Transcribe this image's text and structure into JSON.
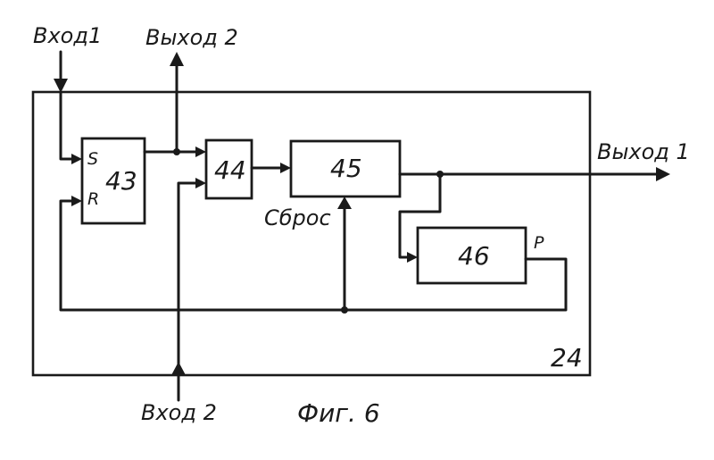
{
  "labels": {
    "input1": "Вход1",
    "input2": "Вход 2",
    "output1": "Выход 1",
    "output2": "Выход 2",
    "reset": "Сброс",
    "pin_s": "S",
    "pin_r": "R",
    "pin_p": "P"
  },
  "blocks": {
    "b43": "43",
    "b44": "44",
    "b45": "45",
    "b46": "46",
    "unit": "24"
  },
  "caption": "Фиг. 6"
}
